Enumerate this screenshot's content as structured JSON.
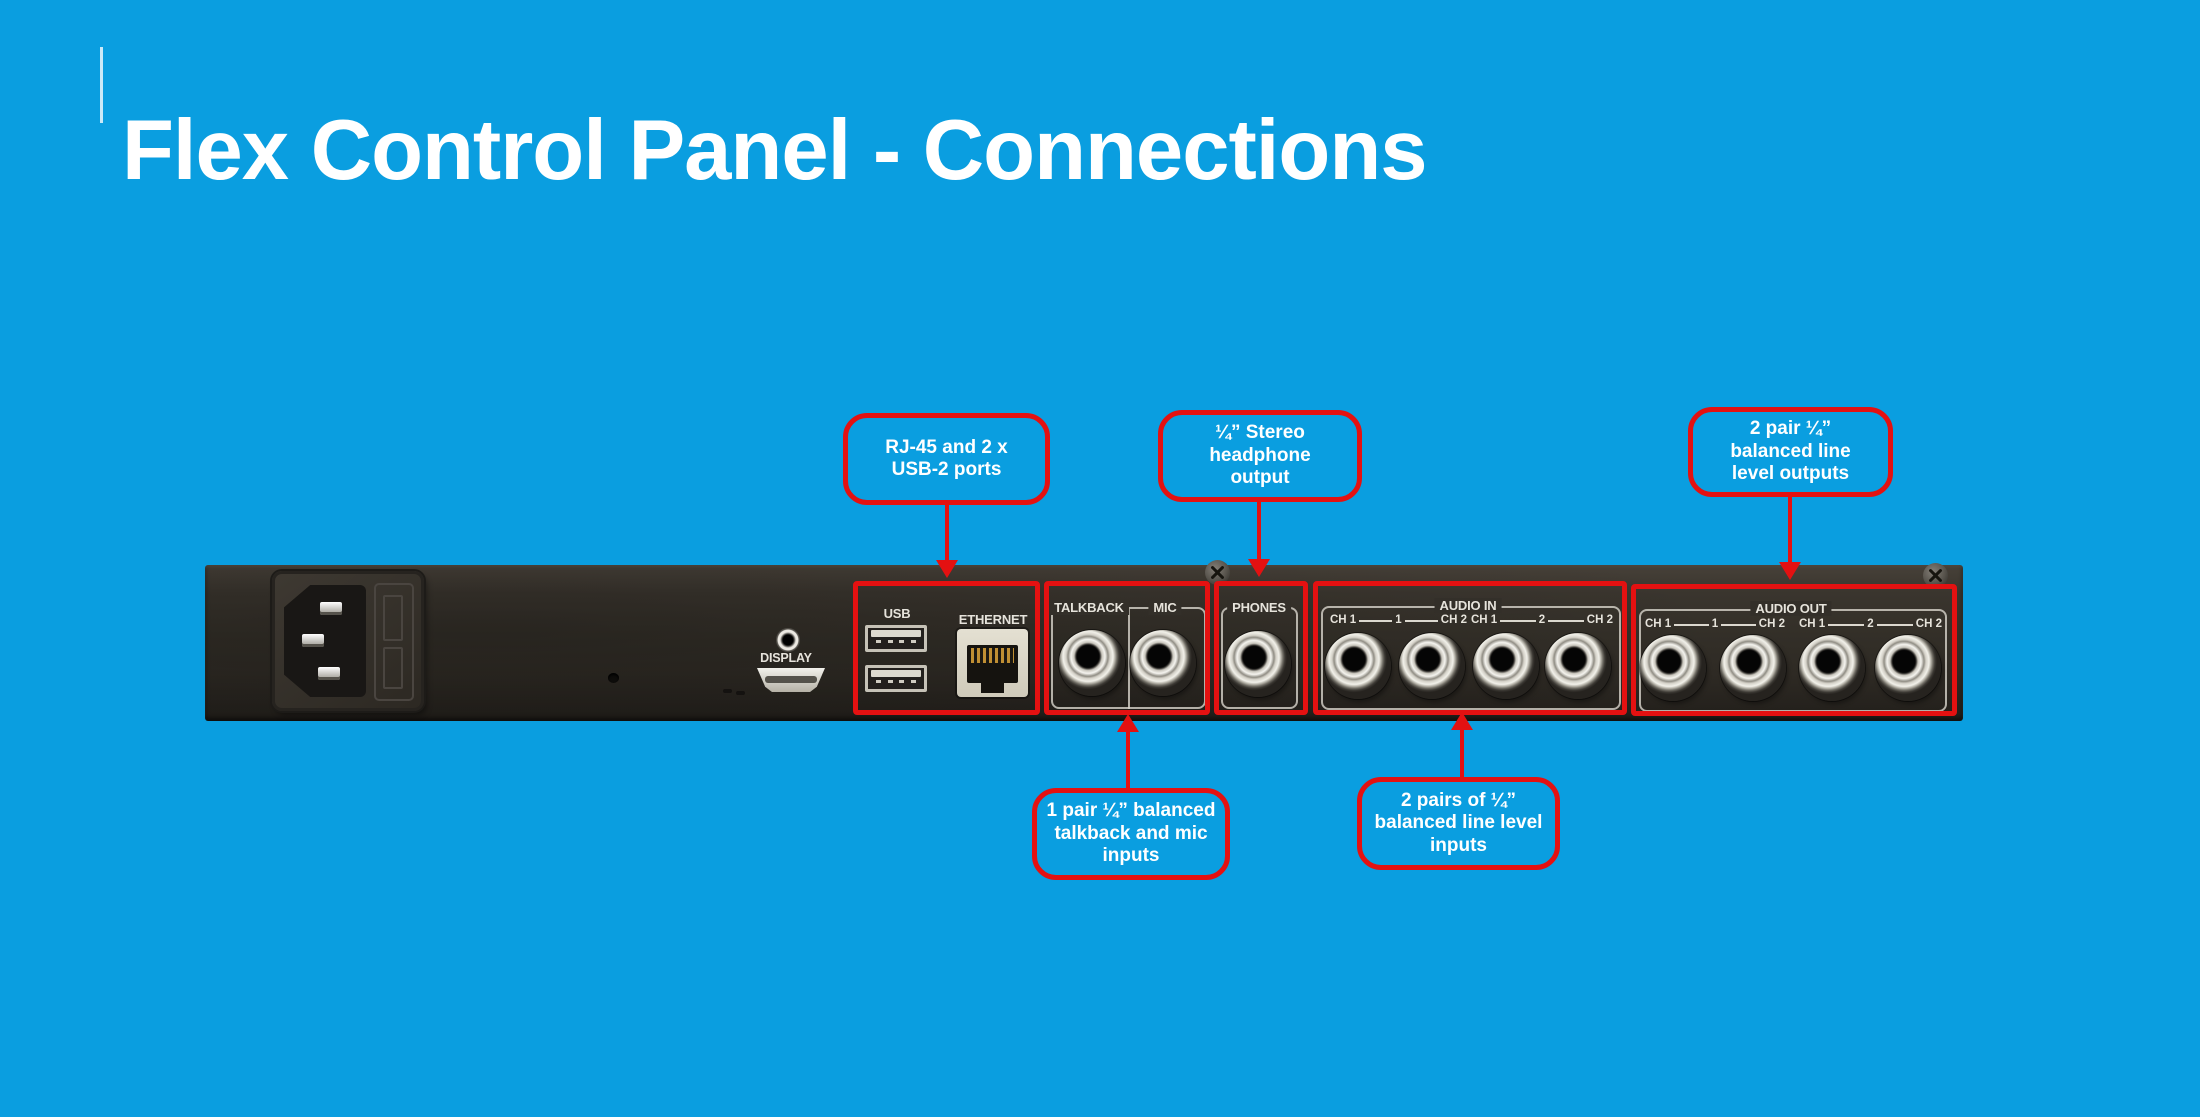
{
  "slide": {
    "title": "Flex Control Panel - Connections"
  },
  "colors": {
    "background": "#0A9EE0",
    "annotation_red": "#E41111",
    "panel": "#332F29",
    "panel_label": "#E6E3DB",
    "callout_text": "#FFFFFF"
  },
  "callouts": {
    "usb_ports": {
      "lines": [
        "RJ-45 and 2 x",
        "USB-2 ports"
      ]
    },
    "headphone": {
      "lines": [
        "¼” Stereo",
        "headphone",
        "output"
      ]
    },
    "line_outputs": {
      "lines": [
        "2 pair ¼”",
        "balanced line",
        "level outputs"
      ]
    },
    "talkback_mic": {
      "lines": [
        "1 pair ¼” balanced",
        "talkback and mic",
        "inputs"
      ]
    },
    "line_inputs": {
      "lines": [
        "2 pairs of ¼”",
        "balanced line level",
        "inputs"
      ]
    }
  },
  "panel": {
    "display_label": "DISPLAY",
    "usb_label": "USB",
    "ethernet_label": "ETHERNET",
    "talkback_label": "TALKBACK",
    "mic_label": "MIC",
    "phones_label": "PHONES",
    "audio_in_label": "AUDIO IN",
    "audio_out_label": "AUDIO OUT",
    "audio_in_pairs": [
      {
        "left": "CH 1",
        "num": "1",
        "right": "CH 2"
      },
      {
        "left": "CH 1",
        "num": "2",
        "right": "CH 2"
      }
    ],
    "audio_out_pairs": [
      {
        "left": "CH 1",
        "num": "1",
        "right": "CH 2"
      },
      {
        "left": "CH 1",
        "num": "2",
        "right": "CH 2"
      }
    ]
  }
}
